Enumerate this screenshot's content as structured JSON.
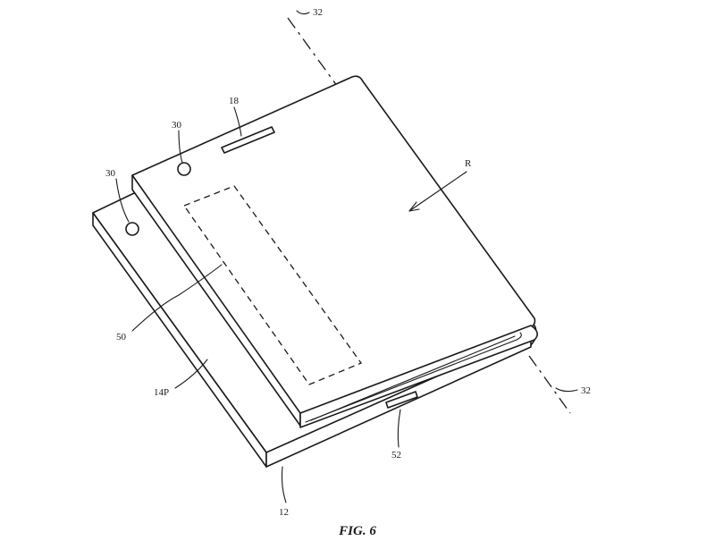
{
  "figure": {
    "caption": "FIG. 6",
    "labels": {
      "axis_top": "32",
      "axis_bottom": "32",
      "slot_top": "18",
      "sensor_upper": "30",
      "sensor_lower": "30",
      "region": "R",
      "window": "50",
      "lower_panel": "14P",
      "port": "52",
      "housing": "12"
    }
  }
}
